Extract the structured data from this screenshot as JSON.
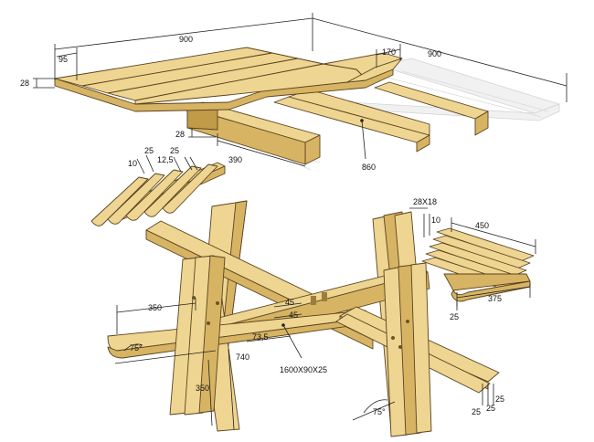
{
  "labels": {
    "top_width": "900",
    "top_depth": "900",
    "board_width": "95",
    "board_thickness": "28",
    "notch_width": "170",
    "batten_thickness": "28",
    "batten_length_short": "390",
    "batten_length_long": "860",
    "slat_spacing_a": "25",
    "slat_spacing_b": "25",
    "slat_gap": "12,5",
    "slat_edge": "10",
    "seat_profile": "28X18",
    "seat_slat_gap": "10",
    "seat_length": "450",
    "seat_depth": "375",
    "seat_offset": "25",
    "arm_length": "350",
    "leg_angle_left": "75°",
    "leg_angle_right": "75°",
    "leg_height": "740",
    "leg_foot": "350",
    "joint_a": "45",
    "joint_b": "45",
    "joint_offset": "73,5",
    "beam_profile": "1600X90X25",
    "foot_spacing_a": "25",
    "foot_spacing_b": "25",
    "foot_spacing_c": "25"
  },
  "colors": {
    "wood_top": "#eed591",
    "wood_side": "#d7b463",
    "wood_dark": "#c19b48",
    "outline": "#5a4320"
  }
}
